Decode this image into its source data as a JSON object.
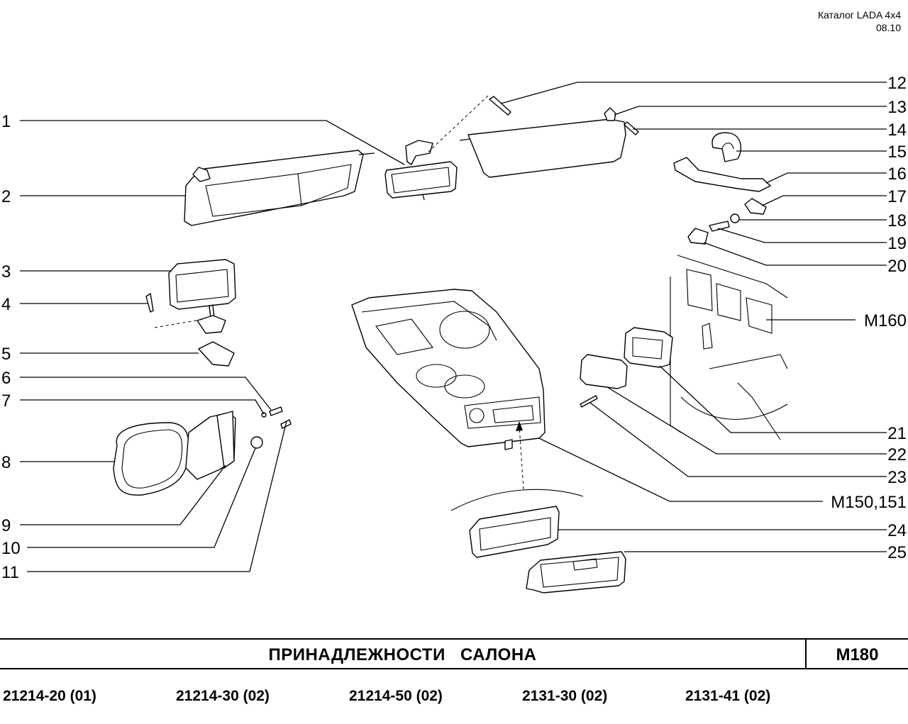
{
  "header": {
    "catalog": "Каталог  LADA  4x4",
    "date": "08.10"
  },
  "callouts": {
    "n1": "1",
    "n2": "2",
    "n3": "3",
    "n4": "4",
    "n5": "5",
    "n6": "6",
    "n7": "7",
    "n8": "8",
    "n9": "9",
    "n10": "10",
    "n11": "11",
    "n12": "12",
    "n13": "13",
    "n14": "14",
    "n15": "15",
    "n16": "16",
    "n17": "17",
    "n18": "18",
    "n19": "19",
    "n20": "20",
    "n21": "21",
    "n22": "22",
    "n23": "23",
    "n24": "24",
    "n25": "25",
    "m160": "М160",
    "m150": "М150,151"
  },
  "title": {
    "text": "ПРИНАДЛЕЖНОСТИ   САЛОНА",
    "code": "М180"
  },
  "models": [
    "21214-20 (01)",
    "21214-30 (02)",
    "21214-50 (02)",
    "2131-30 (02)",
    "2131-41 (02)"
  ]
}
